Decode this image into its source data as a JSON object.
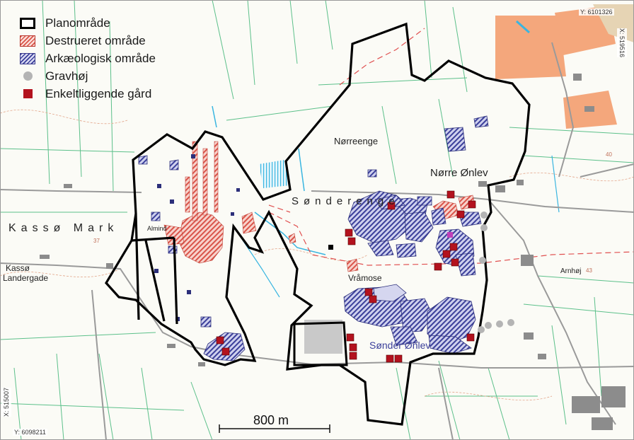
{
  "legend": {
    "items": [
      {
        "key": "plan",
        "label": "Planområde"
      },
      {
        "key": "destr",
        "label": "Destrueret område"
      },
      {
        "key": "arch",
        "label": "Arkæologisk område"
      },
      {
        "key": "grav",
        "label": "Gravhøj"
      },
      {
        "key": "gaard",
        "label": "Enkeltliggende gård"
      }
    ]
  },
  "places": {
    "kasso_mark": "Kassø Mark",
    "norreenge": "Nørreenge",
    "sondersig": "Sønderenge",
    "norre_onlev": "Nørre Ønlev",
    "vramose": "Vråmose",
    "almind": "Almind",
    "kasso": "Kassø",
    "kasso_landegade": "Landergade",
    "arnhoj": "Arnhøj",
    "sonder_onlev": "Sønder Ønlev",
    "spot_37": "37",
    "spot_40": "40",
    "spot_43": "43"
  },
  "coords": {
    "top_right_y": "Y: 6101326",
    "top_right_x": "X: 519516",
    "bottom_left_x": "X: 515007",
    "bottom_left_y": "Y: 6098211"
  },
  "scale": {
    "label": "800 m"
  },
  "colors": {
    "plan_outline": "#000000",
    "destroyed": "#d9544a",
    "archaeological": "#3b3f9a",
    "mound": "#b4b4b4",
    "farm": "#b3121e",
    "field": "#f4a77c",
    "water": "#39b5e0",
    "road": "#9a9a9a",
    "boundary": "#5cc08a"
  }
}
